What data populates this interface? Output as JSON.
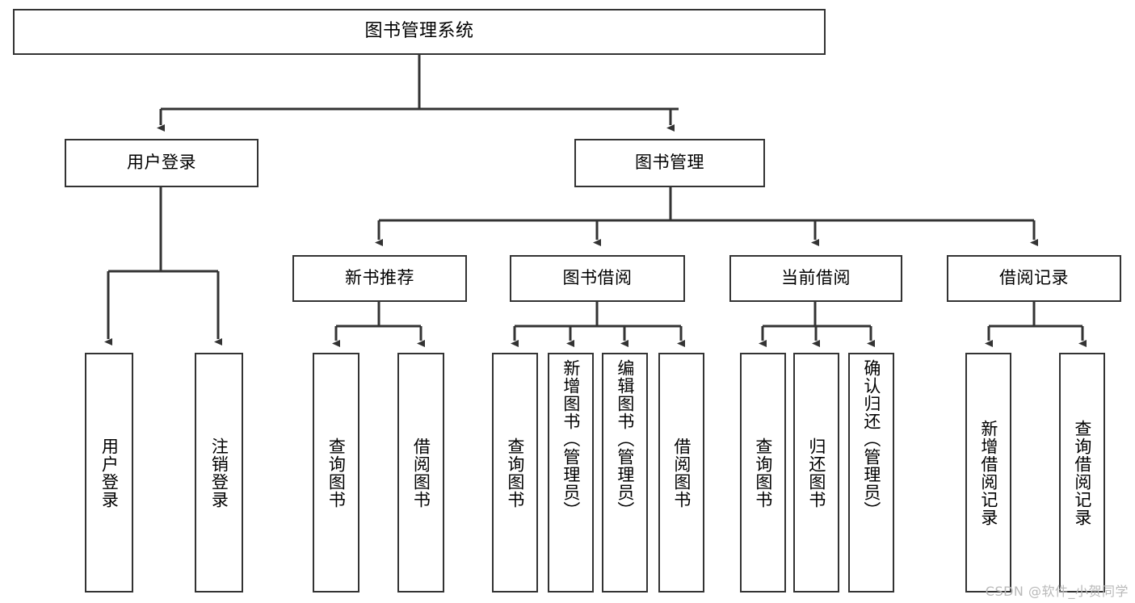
{
  "diagram": {
    "type": "tree-hierarchy",
    "title": "图书管理系统",
    "background_color": "#ffffff",
    "line_color": "#333333",
    "text_color": "#000000",
    "root": {
      "label": "图书管理系统",
      "orientation": "horizontal"
    },
    "level2": [
      {
        "label": "用户登录",
        "orientation": "horizontal"
      },
      {
        "label": "图书管理",
        "orientation": "horizontal"
      }
    ],
    "level3": [
      {
        "label": "新书推荐",
        "orientation": "horizontal",
        "parent": "图书管理"
      },
      {
        "label": "图书借阅",
        "orientation": "horizontal",
        "parent": "图书管理"
      },
      {
        "label": "当前借阅",
        "orientation": "horizontal",
        "parent": "图书管理"
      },
      {
        "label": "借阅记录",
        "orientation": "horizontal",
        "parent": "图书管理"
      }
    ],
    "leaves": {
      "user_login": [
        {
          "label": "用户登录",
          "orientation": "vertical"
        },
        {
          "label": "注销登录",
          "orientation": "vertical"
        }
      ],
      "new_book_recommend": [
        {
          "label": "查询图书",
          "orientation": "vertical"
        },
        {
          "label": "借阅图书",
          "orientation": "vertical"
        }
      ],
      "book_borrow": [
        {
          "label": "查询图书",
          "orientation": "vertical"
        },
        {
          "label": "新增图书（管理员）",
          "orientation": "vertical"
        },
        {
          "label": "编辑图书（管理员）",
          "orientation": "vertical"
        },
        {
          "label": "借阅图书",
          "orientation": "vertical"
        }
      ],
      "current_borrow": [
        {
          "label": "查询图书",
          "orientation": "vertical"
        },
        {
          "label": "归还图书",
          "orientation": "vertical"
        },
        {
          "label": "确认归还（管理员）",
          "orientation": "vertical"
        }
      ],
      "borrow_record": [
        {
          "label": "新增借阅记录",
          "orientation": "vertical"
        },
        {
          "label": "查询借阅记录",
          "orientation": "vertical"
        }
      ]
    }
  },
  "watermark": {
    "text": "CSDN @软件_小贺同学",
    "color": "#b9b9b9"
  }
}
